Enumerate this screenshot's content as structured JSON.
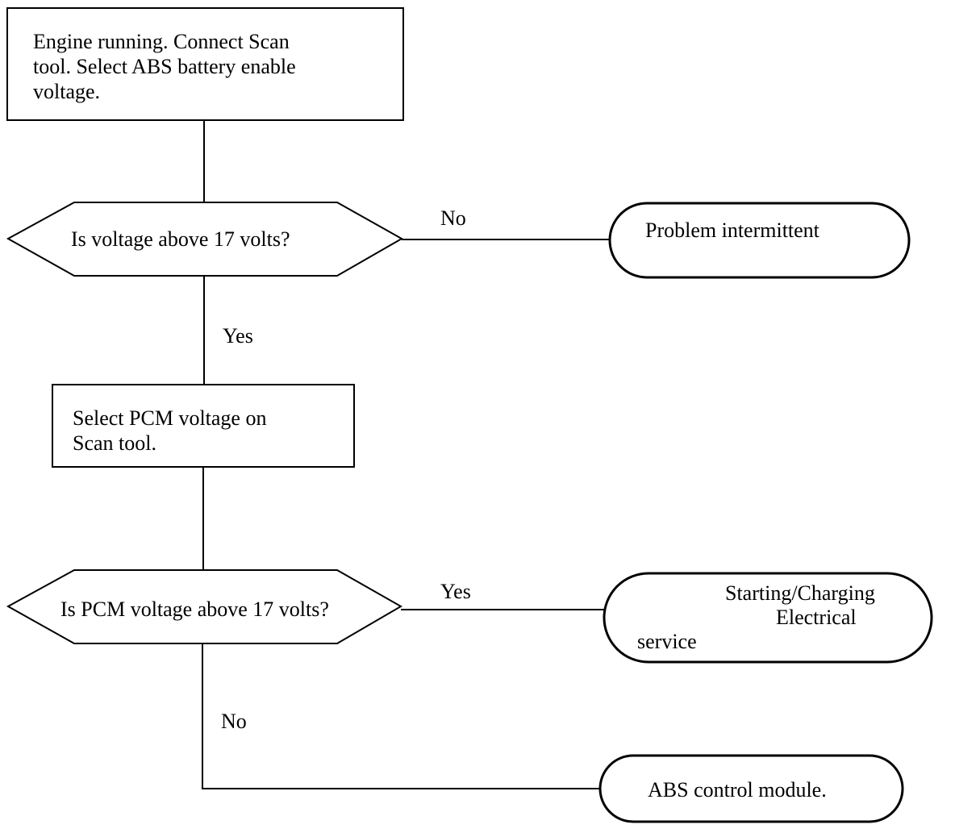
{
  "flowchart": {
    "nodes": {
      "start_box": {
        "lines": [
          "Engine running.  Connect Scan",
          "tool. Select ABS battery enable",
          "voltage."
        ]
      },
      "decision1": {
        "text": "Is voltage  above 17 volts?"
      },
      "result_intermittent": {
        "text": "Problem intermittent"
      },
      "pcm_box": {
        "lines": [
          "Select PCM voltage on",
          "Scan tool."
        ]
      },
      "decision2": {
        "text": "Is PCM voltage above 17 volts?"
      },
      "result_service": {
        "lines": [
          "Starting/Charging",
          "Electrical",
          "service"
        ]
      },
      "result_abs": {
        "text": "ABS control module."
      }
    },
    "edges": {
      "d1_no": "No",
      "d1_yes": "Yes",
      "d2_yes": "Yes",
      "d2_no": "No"
    }
  }
}
